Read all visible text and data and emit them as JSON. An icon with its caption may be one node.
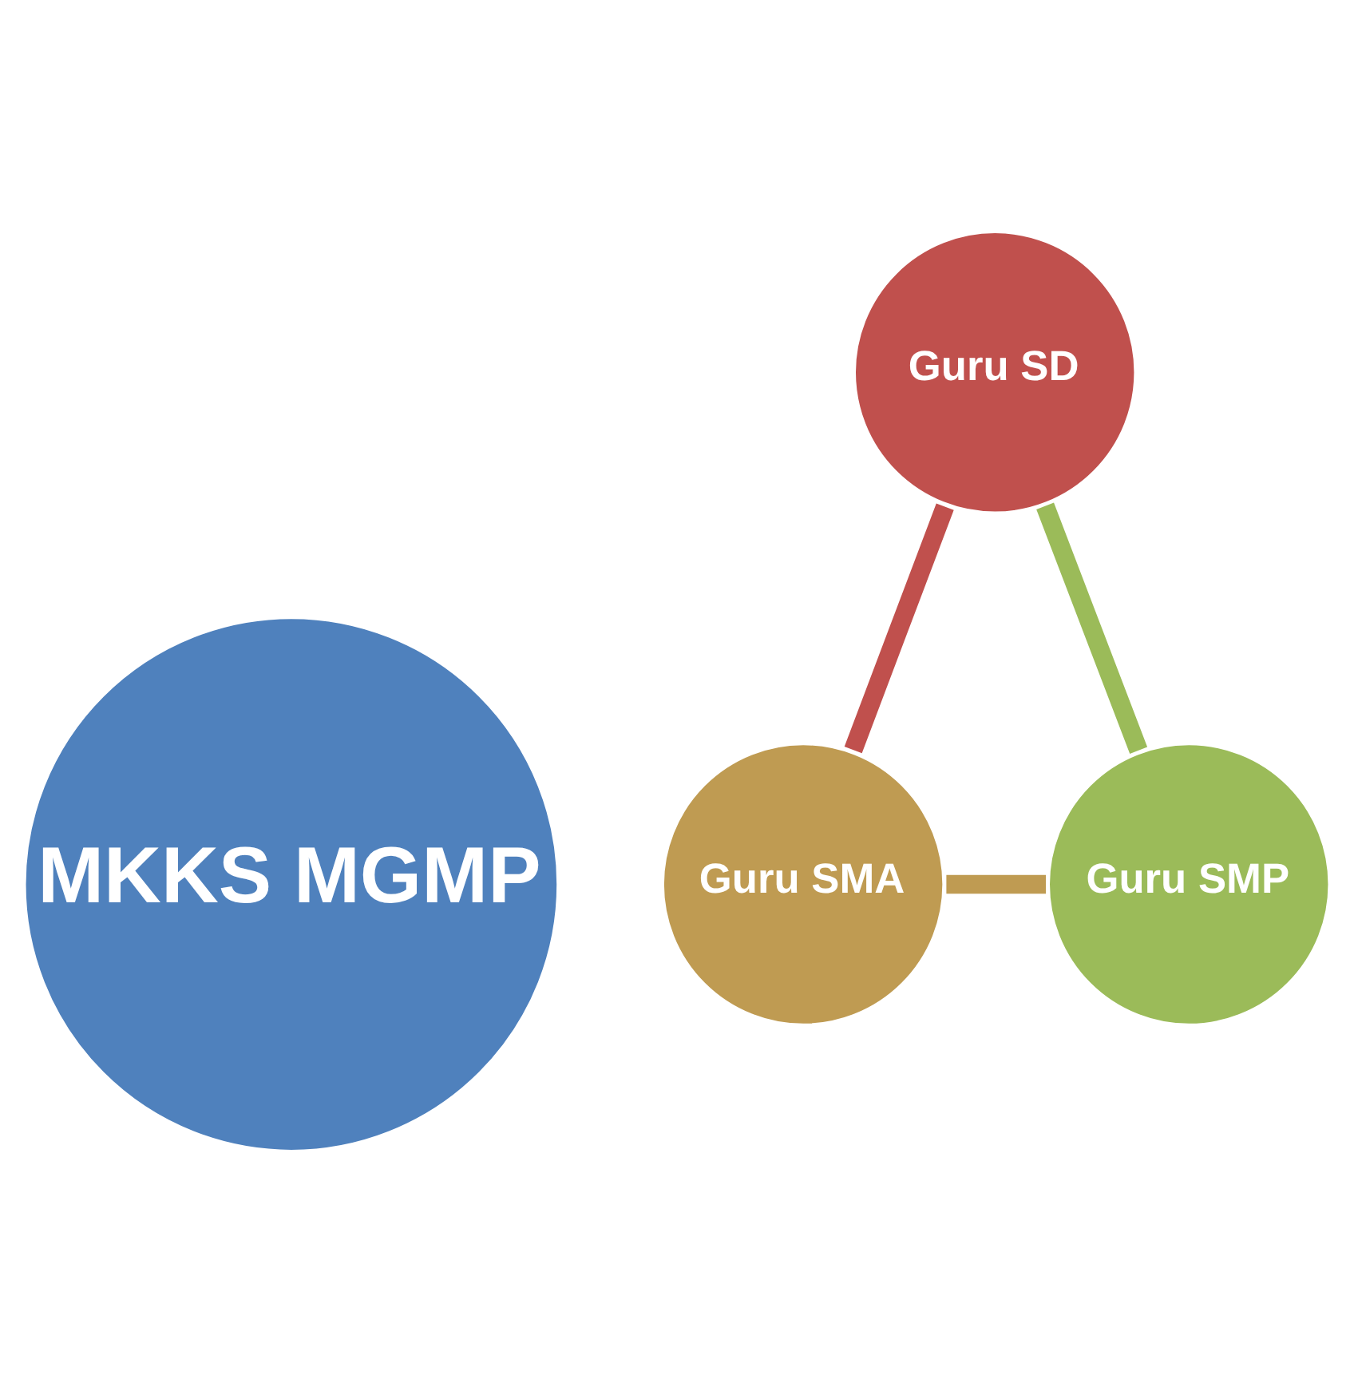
{
  "diagram": {
    "nodes": [
      {
        "text": [
          "MKKS MGMP"
        ]
      },
      {
        "text": [
          "Guru SD"
        ]
      },
      {
        "text": [
          "Guru SMA"
        ]
      },
      {
        "text": [
          "Guru SMP"
        ]
      }
    ],
    "edges": [
      {
        "from": 1,
        "to": 2,
        "arrow": "none",
        "color": "#c0504d"
      },
      {
        "from": 2,
        "to": 3,
        "arrow": "none",
        "color": "#bf9b52"
      },
      {
        "from": 3,
        "to": 1,
        "arrow": "none",
        "color": "#9bbb59"
      }
    ]
  }
}
